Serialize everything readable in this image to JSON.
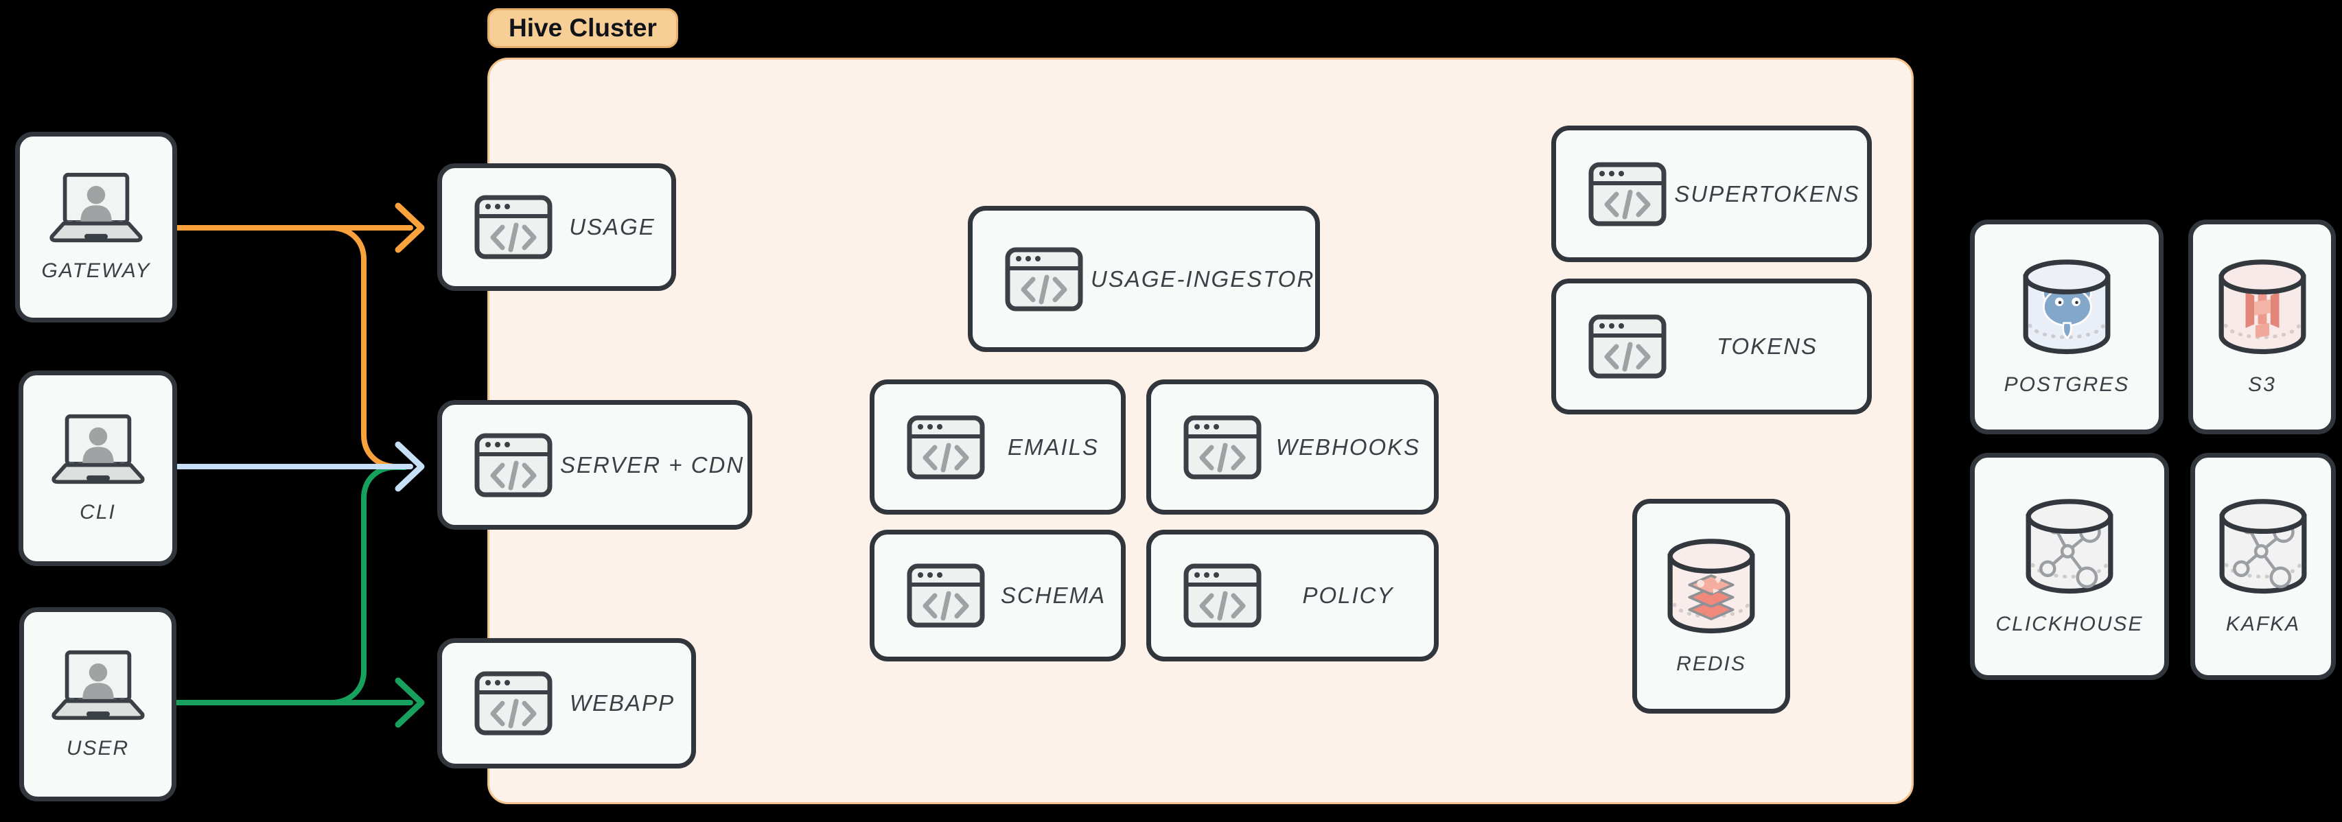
{
  "cluster": {
    "label": "Hive Cluster"
  },
  "clients": [
    {
      "id": "gateway",
      "label": "GATEWAY"
    },
    {
      "id": "cli",
      "label": "CLI"
    },
    {
      "id": "user",
      "label": "USER"
    }
  ],
  "services": [
    {
      "id": "usage",
      "label": "USAGE"
    },
    {
      "id": "server-cdn",
      "label": "SERVER + CDN"
    },
    {
      "id": "webapp",
      "label": "WEBAPP"
    },
    {
      "id": "usage-ingestor",
      "label": "USAGE-INGESTOR"
    },
    {
      "id": "emails",
      "label": "EMAILS"
    },
    {
      "id": "webhooks",
      "label": "WEBHOOKS"
    },
    {
      "id": "schema",
      "label": "SCHEMA"
    },
    {
      "id": "policy",
      "label": "POLICY"
    },
    {
      "id": "supertokens",
      "label": "SUPERTOKENS"
    },
    {
      "id": "tokens",
      "label": "TOKENS"
    }
  ],
  "datastores": [
    {
      "id": "redis",
      "label": "REDIS",
      "icon": "redis-database-icon"
    },
    {
      "id": "postgres",
      "label": "POSTGRES",
      "icon": "postgres-database-icon"
    },
    {
      "id": "s3",
      "label": "S3",
      "icon": "s3-database-icon"
    },
    {
      "id": "clickhouse",
      "label": "CLICKHOUSE",
      "icon": "cluster-database-icon"
    },
    {
      "id": "kafka",
      "label": "KAFKA",
      "icon": "cluster-database-icon"
    }
  ],
  "connections": [
    {
      "from": "GATEWAY",
      "to": "USAGE",
      "color": "#F9A13C"
    },
    {
      "from": "GATEWAY",
      "to": "SERVER + CDN",
      "color": "#F9A13C"
    },
    {
      "from": "CLI",
      "to": "SERVER + CDN",
      "color": "#C7E0F7"
    },
    {
      "from": "USER",
      "to": "WEBAPP",
      "color": "#17A15C"
    },
    {
      "from": "USER",
      "to": "SERVER + CDN",
      "color": "#17A15C"
    }
  ],
  "colors": {
    "background": "#000000",
    "card_fill": "#F8F9F9",
    "card_border": "#31363C",
    "cluster_fill": "#FDF2E9",
    "cluster_border": "#F6C38E",
    "chip_fill": "#F8CE97",
    "label_text": "#3A4045",
    "arrow_orange": "#F9A13C",
    "arrow_blue": "#C7E0F7",
    "arrow_green": "#17A15C"
  }
}
